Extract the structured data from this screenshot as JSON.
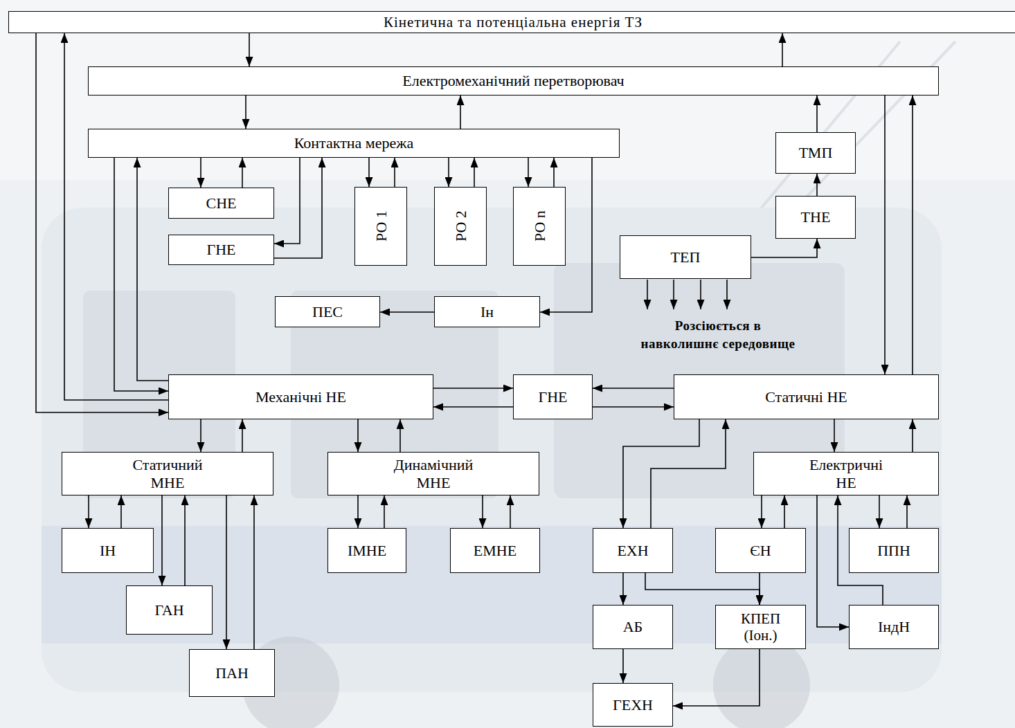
{
  "diagram": {
    "nodes": [
      {
        "text": [
          "Кінетична та потенціальна енергія ТЗ"
        ]
      },
      {
        "text": [
          "Електромеханічний перетворювач"
        ]
      },
      {
        "text": [
          "Контактна мережа"
        ]
      },
      {
        "text": [
          "ТМП"
        ]
      },
      {
        "text": [
          "СНЕ"
        ]
      },
      {
        "text": [
          "РО 1"
        ]
      },
      {
        "text": [
          "РО 2"
        ]
      },
      {
        "text": [
          "РО n"
        ]
      },
      {
        "text": [
          "ТНЕ"
        ]
      },
      {
        "text": [
          "ГНЕ"
        ]
      },
      {
        "text": [
          "ТЕП"
        ]
      },
      {
        "text": [
          "ПЕС"
        ]
      },
      {
        "text": [
          "Ін"
        ]
      },
      {
        "text": [
          "Механічні НЕ"
        ]
      },
      {
        "text": [
          "ГНЕ"
        ]
      },
      {
        "text": [
          "Статичні НЕ"
        ]
      },
      {
        "text": [
          "Статичний МНЕ"
        ]
      },
      {
        "text": [
          "Динамічний МНЕ"
        ]
      },
      {
        "text": [
          "Електричні НЕ"
        ]
      },
      {
        "text": [
          "ІН"
        ]
      },
      {
        "text": [
          "ІМНЕ"
        ]
      },
      {
        "text": [
          "ЕМНЕ"
        ]
      },
      {
        "text": [
          "ЕХН"
        ]
      },
      {
        "text": [
          "ЄН"
        ]
      },
      {
        "text": [
          "ППН"
        ]
      },
      {
        "text": [
          "ГАН"
        ]
      },
      {
        "text": [
          "АБ"
        ]
      },
      {
        "text": [
          "КПЕП (Іон.)"
        ]
      },
      {
        "text": [
          "ІндН"
        ]
      },
      {
        "text": [
          "ПАН"
        ]
      },
      {
        "text": [
          "ГЕХН"
        ]
      }
    ],
    "edges": [
      {
        "from": 0,
        "to": 1,
        "arrow": "to"
      },
      {
        "from": 1,
        "to": 0,
        "arrow": "to"
      },
      {
        "from": 1,
        "to": 2,
        "arrow": "to"
      },
      {
        "from": 2,
        "to": 1,
        "arrow": "to"
      },
      {
        "from": 0,
        "to": 13,
        "arrow": "to"
      },
      {
        "from": 13,
        "to": 0,
        "arrow": "to"
      },
      {
        "from": 2,
        "to": 13,
        "arrow": "to"
      },
      {
        "from": 13,
        "to": 2,
        "arrow": "to"
      },
      {
        "from": 2,
        "to": 4,
        "arrow": "to"
      },
      {
        "from": 4,
        "to": 2,
        "arrow": "to"
      },
      {
        "from": 2,
        "to": 9,
        "arrow": "to"
      },
      {
        "from": 9,
        "to": 2,
        "arrow": "to"
      },
      {
        "from": 2,
        "to": 5,
        "arrow": "to"
      },
      {
        "from": 5,
        "to": 2,
        "arrow": "to"
      },
      {
        "from": 2,
        "to": 6,
        "arrow": "to"
      },
      {
        "from": 6,
        "to": 2,
        "arrow": "to"
      },
      {
        "from": 2,
        "to": 7,
        "arrow": "to"
      },
      {
        "from": 7,
        "to": 2,
        "arrow": "to"
      },
      {
        "from": 2,
        "to": 12,
        "arrow": "to"
      },
      {
        "from": 12,
        "to": 11,
        "arrow": "to"
      },
      {
        "from": 10,
        "to": 8,
        "arrow": "to"
      },
      {
        "from": 8,
        "to": 3,
        "arrow": "to"
      },
      {
        "from": 3,
        "to": 1,
        "arrow": "to"
      },
      {
        "from": 1,
        "to": 15,
        "arrow": "to"
      },
      {
        "from": 15,
        "to": 1,
        "arrow": "to"
      },
      {
        "from": 13,
        "to": 14,
        "arrow": "to"
      },
      {
        "from": 14,
        "to": 13,
        "arrow": "to"
      },
      {
        "from": 15,
        "to": 14,
        "arrow": "to"
      },
      {
        "from": 14,
        "to": 15,
        "arrow": "to"
      },
      {
        "from": 13,
        "to": 16,
        "arrow": "to"
      },
      {
        "from": 16,
        "to": 13,
        "arrow": "to"
      },
      {
        "from": 13,
        "to": 17,
        "arrow": "to"
      },
      {
        "from": 17,
        "to": 13,
        "arrow": "to"
      },
      {
        "from": 15,
        "to": 18,
        "arrow": "to"
      },
      {
        "from": 18,
        "to": 15,
        "arrow": "to"
      },
      {
        "from": 15,
        "to": 22,
        "arrow": "to"
      },
      {
        "from": 22,
        "to": 15,
        "arrow": "to"
      },
      {
        "from": 16,
        "to": 19,
        "arrow": "to"
      },
      {
        "from": 19,
        "to": 16,
        "arrow": "to"
      },
      {
        "from": 16,
        "to": 25,
        "arrow": "to"
      },
      {
        "from": 25,
        "to": 16,
        "arrow": "to"
      },
      {
        "from": 16,
        "to": 29,
        "arrow": "to"
      },
      {
        "from": 29,
        "to": 16,
        "arrow": "to"
      },
      {
        "from": 17,
        "to": 20,
        "arrow": "to"
      },
      {
        "from": 20,
        "to": 17,
        "arrow": "to"
      },
      {
        "from": 17,
        "to": 21,
        "arrow": "to"
      },
      {
        "from": 21,
        "to": 17,
        "arrow": "to"
      },
      {
        "from": 18,
        "to": 23,
        "arrow": "to"
      },
      {
        "from": 23,
        "to": 18,
        "arrow": "to"
      },
      {
        "from": 18,
        "to": 24,
        "arrow": "to"
      },
      {
        "from": 24,
        "to": 18,
        "arrow": "to"
      },
      {
        "from": 18,
        "to": 28,
        "arrow": "to"
      },
      {
        "from": 28,
        "to": 18,
        "arrow": "to"
      },
      {
        "from": 22,
        "to": 26,
        "arrow": "to"
      },
      {
        "from": 22,
        "to": 27,
        "arrow": "to"
      },
      {
        "from": 23,
        "to": 27,
        "arrow": "to"
      },
      {
        "from": 26,
        "to": 30,
        "arrow": "to"
      },
      {
        "from": 27,
        "to": 30,
        "arrow": "to"
      }
    ],
    "labels": [
      "Розсіюється в навколишнє середовище"
    ]
  }
}
